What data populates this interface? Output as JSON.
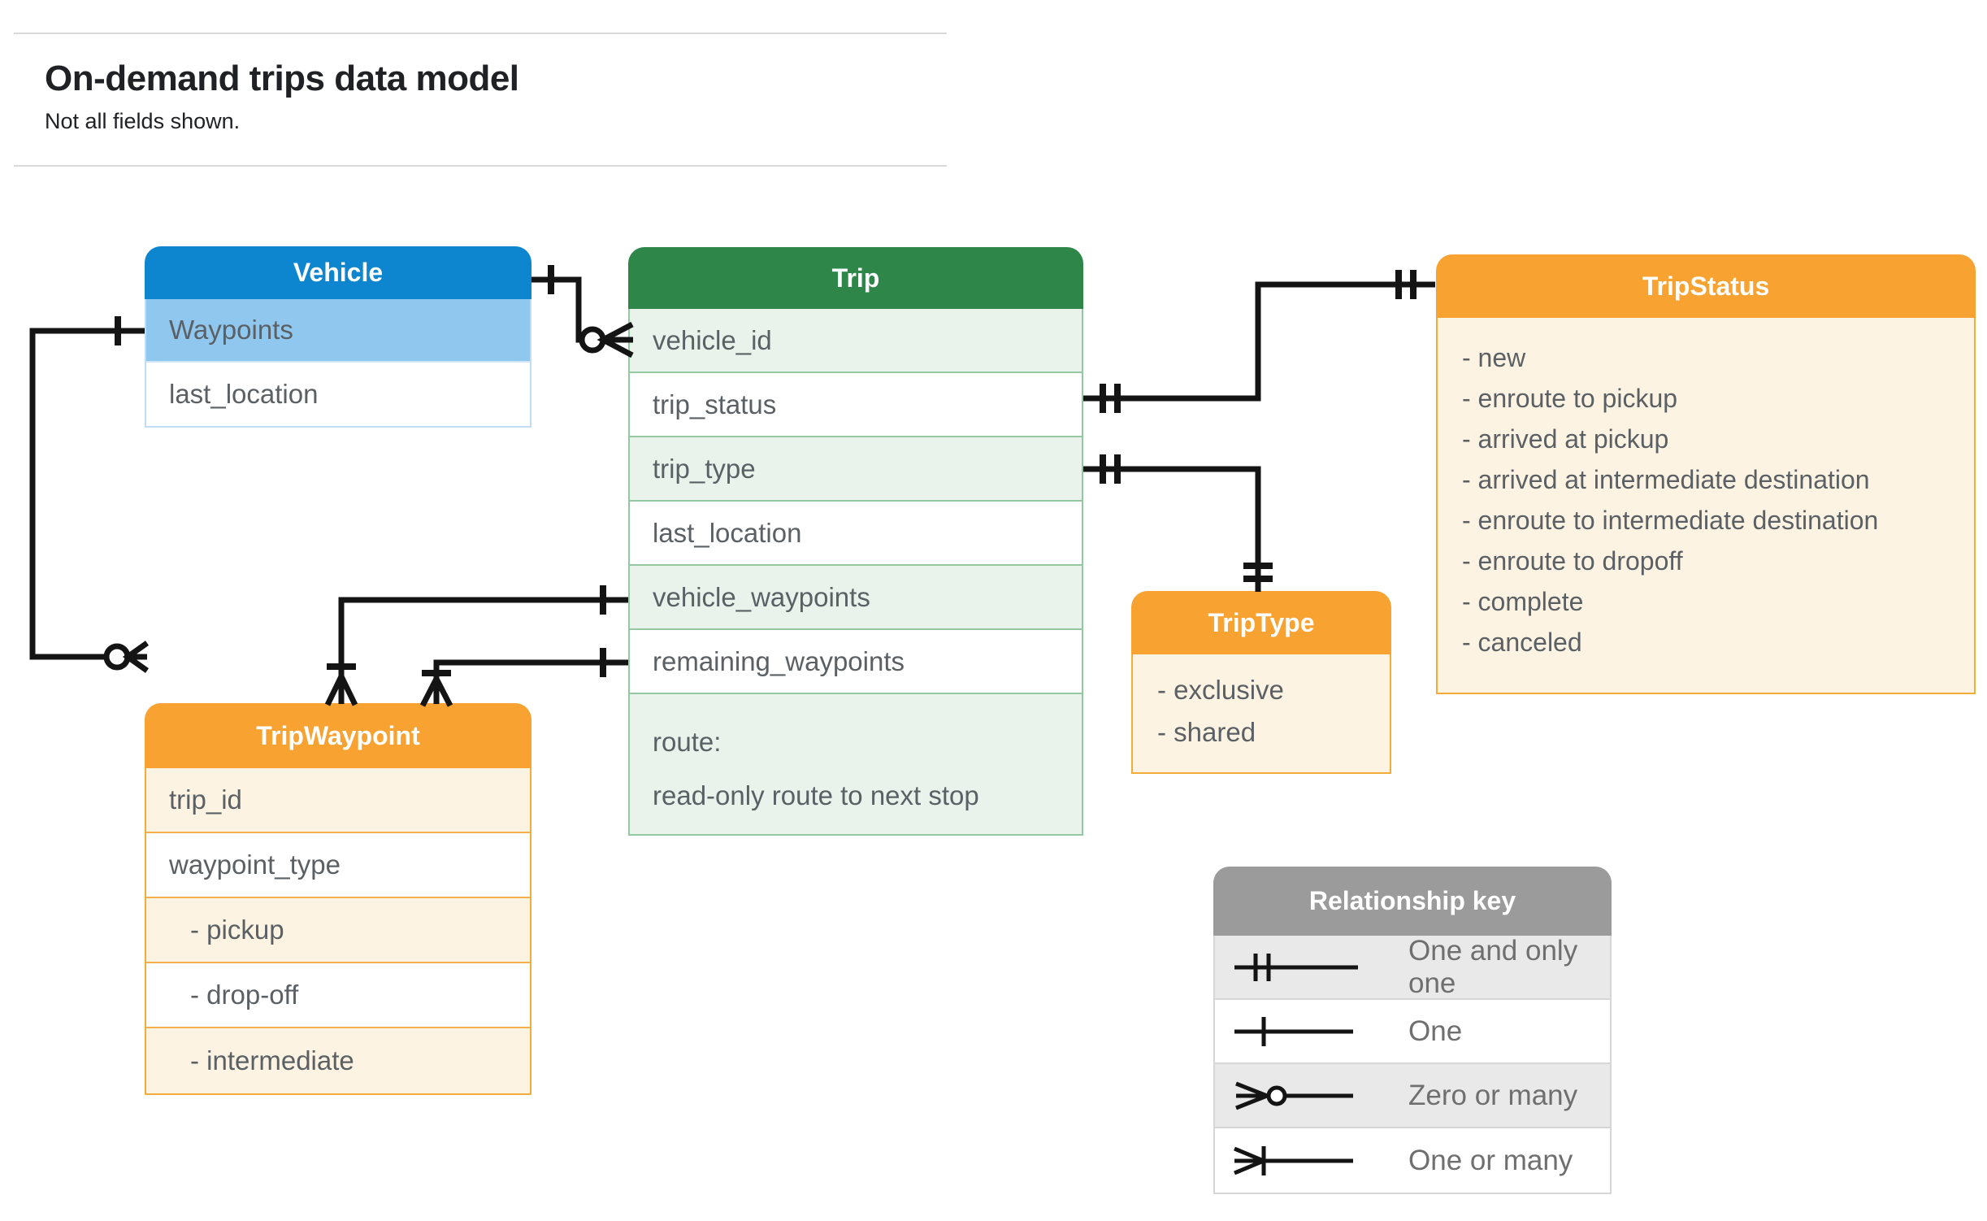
{
  "page": {
    "title": "On-demand trips data model",
    "subtitle": "Not all fields shown."
  },
  "entities": {
    "vehicle": {
      "title": "Vehicle",
      "fields": [
        "Waypoints",
        "last_location"
      ]
    },
    "trip": {
      "title": "Trip",
      "fields": [
        "vehicle_id",
        "trip_status",
        "trip_type",
        "last_location",
        "vehicle_waypoints",
        "remaining_waypoints"
      ],
      "route_lines": [
        "route:",
        "read-only route to next stop"
      ]
    },
    "trip_status": {
      "title": "TripStatus",
      "values": [
        "- new",
        "- enroute to pickup",
        "- arrived at pickup",
        "- arrived at intermediate destination",
        "- enroute to intermediate destination",
        "- enroute to dropoff",
        "- complete",
        "- canceled"
      ]
    },
    "trip_type": {
      "title": "TripType",
      "values": [
        "- exclusive",
        "- shared"
      ]
    },
    "trip_waypoint": {
      "title": "TripWaypoint",
      "fields": [
        "trip_id",
        "waypoint_type"
      ],
      "values": [
        "- pickup",
        "- drop-off",
        "- intermediate"
      ]
    }
  },
  "relationships": [
    {
      "from": "Vehicle",
      "to": "Trip.vehicle_id",
      "from_cardinality": "one",
      "to_cardinality": "zero-or-many"
    },
    {
      "from": "Vehicle.Waypoints",
      "to": "TripWaypoint",
      "from_cardinality": "one",
      "to_cardinality": "zero-or-many"
    },
    {
      "from": "Trip.trip_status",
      "to": "TripStatus",
      "from_cardinality": "one-and-only-one",
      "to_cardinality": "one-and-only-one"
    },
    {
      "from": "Trip.trip_type",
      "to": "TripType",
      "from_cardinality": "one-and-only-one",
      "to_cardinality": "one-and-only-one"
    },
    {
      "from": "Trip.vehicle_waypoints",
      "to": "TripWaypoint",
      "from_cardinality": "one",
      "to_cardinality": "one-or-many"
    },
    {
      "from": "Trip.remaining_waypoints",
      "to": "TripWaypoint",
      "from_cardinality": "one",
      "to_cardinality": "one-or-many"
    }
  ],
  "legend": {
    "title": "Relationship key",
    "items": [
      {
        "symbol": "one-and-only-one",
        "label": "One and only one"
      },
      {
        "symbol": "one",
        "label": "One"
      },
      {
        "symbol": "zero-or-many",
        "label": "Zero or many"
      },
      {
        "symbol": "one-or-many",
        "label": "One or many"
      }
    ]
  },
  "colors": {
    "vehicle_header": "#0d85cf",
    "vehicle_highlight_row": "#8fc7ef",
    "trip_header": "#2e8749",
    "trip_row_tint": "#e9f3ec",
    "enum_header": "#f8a231",
    "enum_body": "#fdf3e3",
    "legend_header": "#9b9b9b",
    "legend_row_tint": "#e9e9e9",
    "connector": "#141414"
  }
}
